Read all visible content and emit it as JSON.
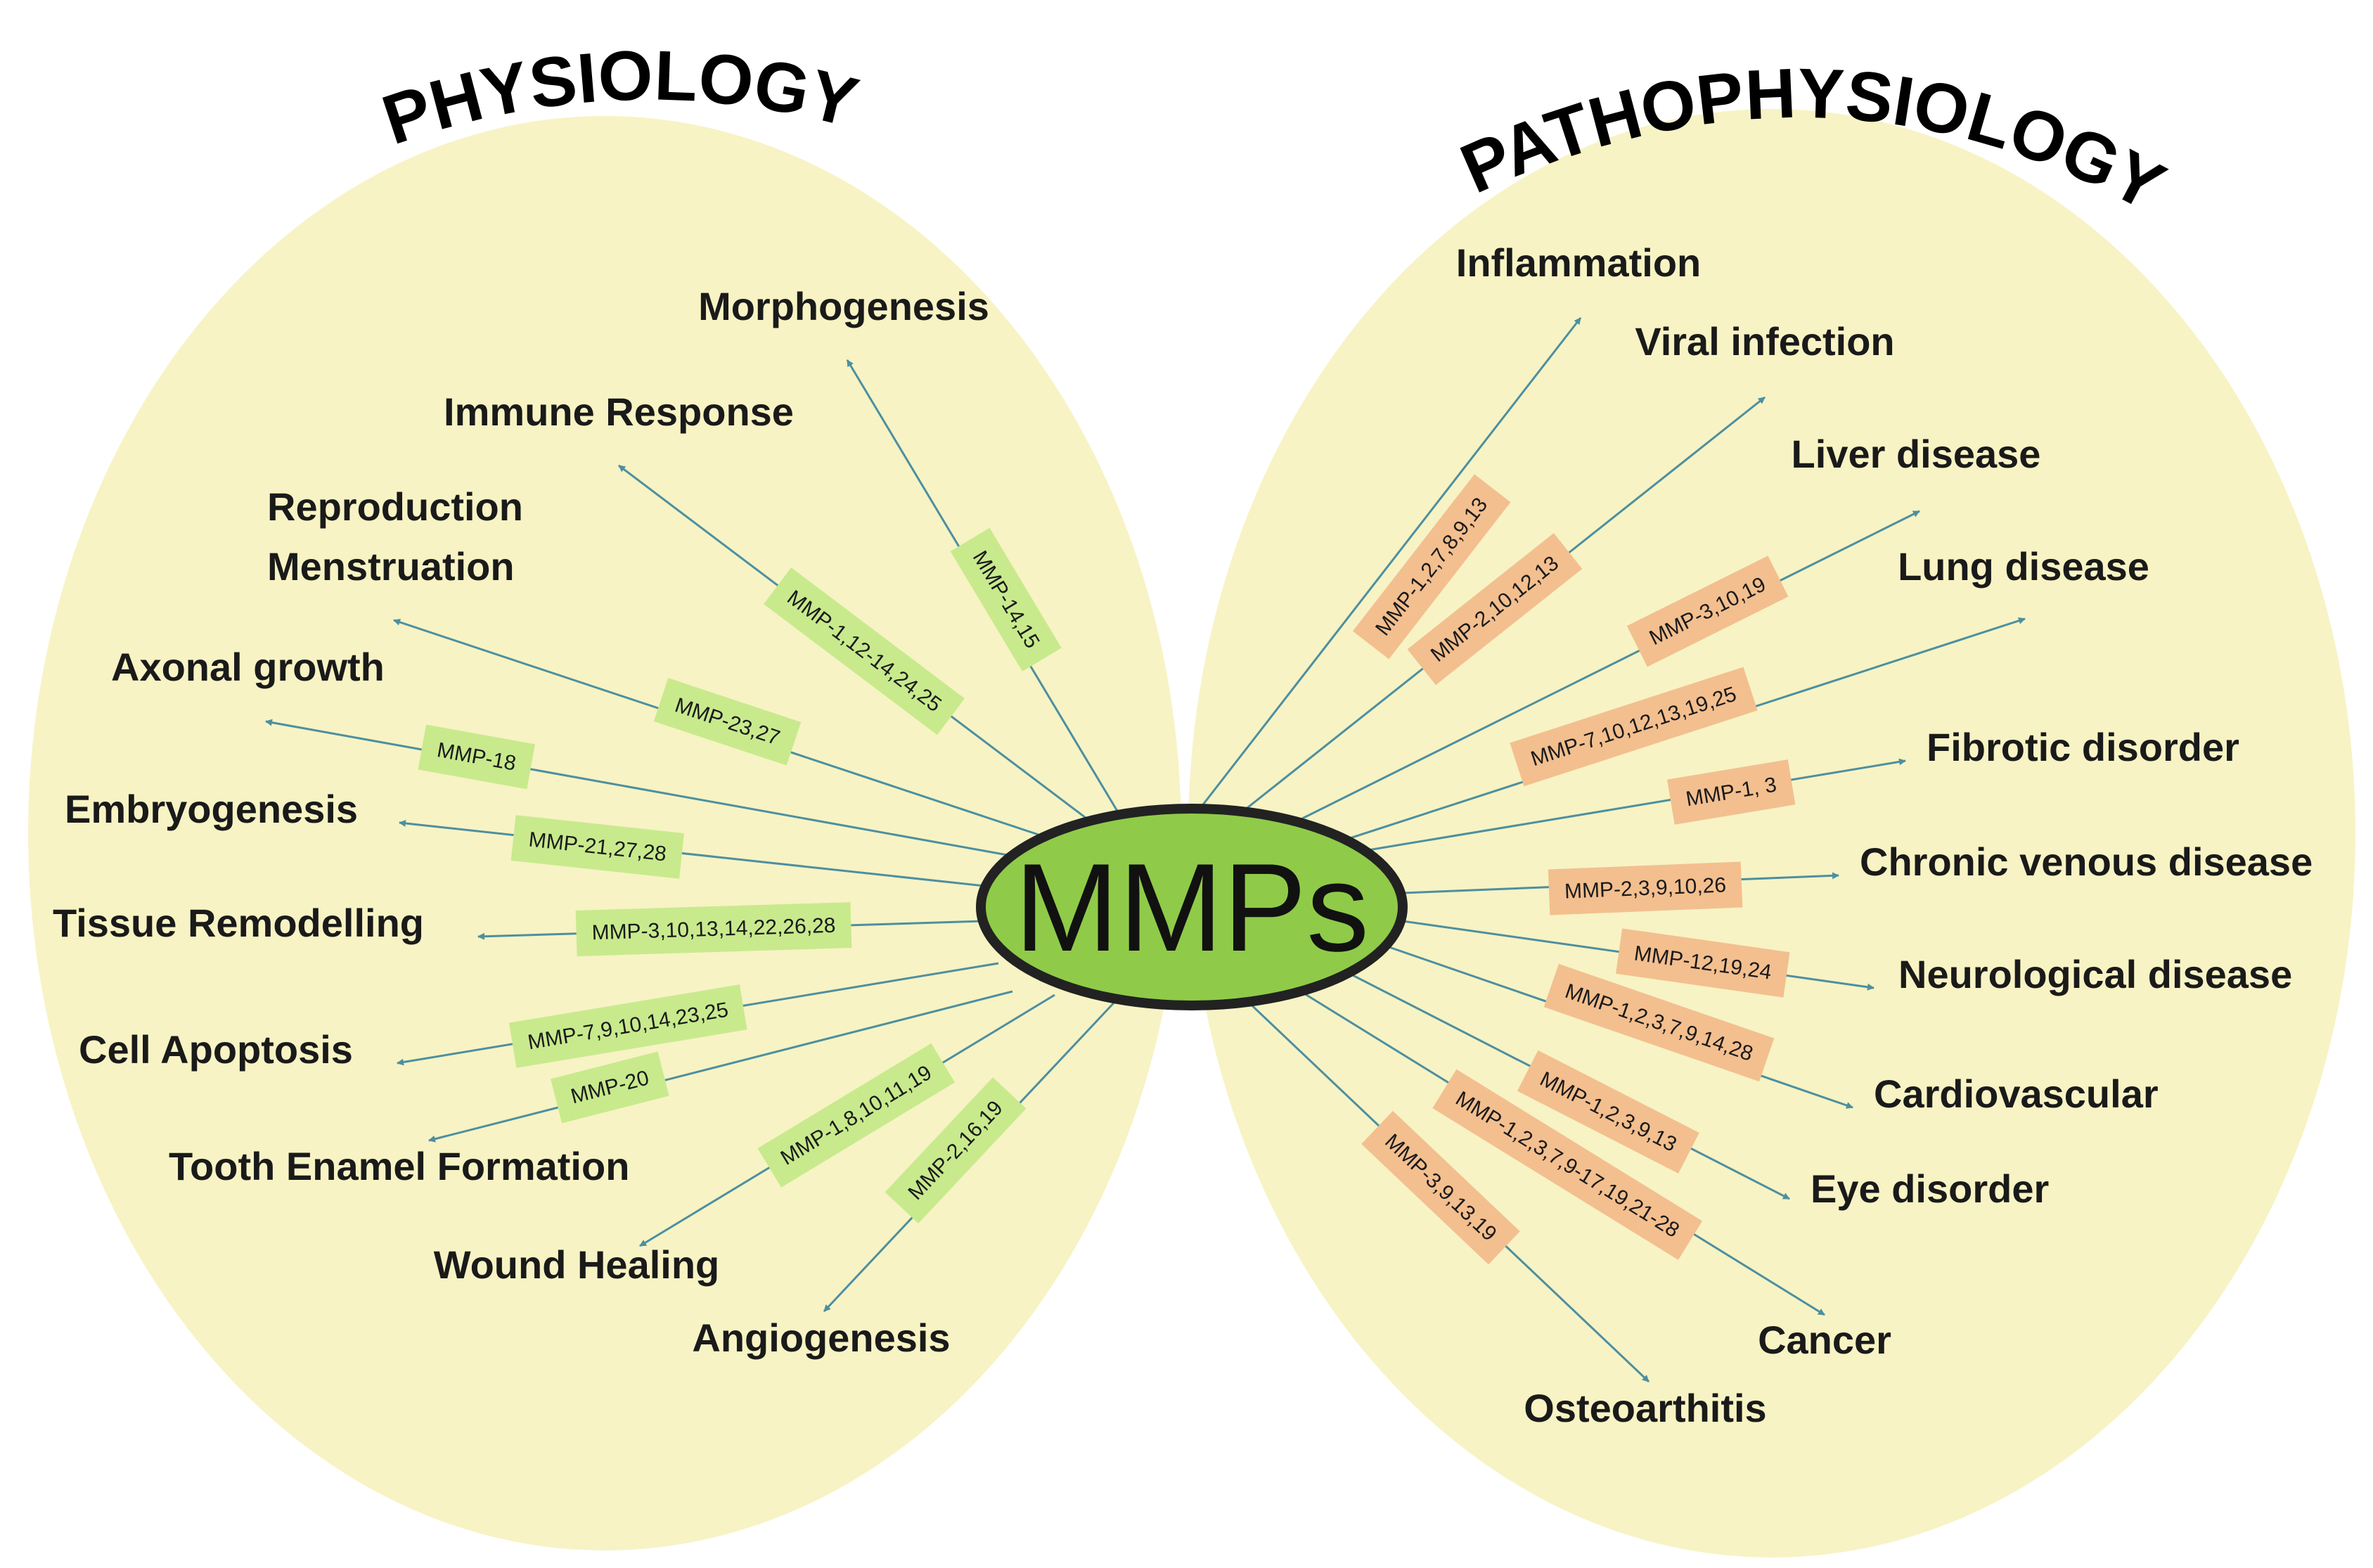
{
  "titles": {
    "left": "PHYSIOLOGY",
    "right": "PATHOPHYSIOLOGY"
  },
  "center": {
    "label": "MMPs"
  },
  "colors": {
    "ellipse_fill": "#f7f3c4",
    "center_fill": "#8fcb48",
    "center_stroke": "#222222",
    "physiology_badge": "#c8ea8d",
    "pathophysiology_badge": "#f3bf8f",
    "arrow": "#4d8fa0"
  },
  "physiology": [
    {
      "label": "Morphogenesis",
      "mmps": "MMP-14,15"
    },
    {
      "label": "Immune Response",
      "mmps": "MMP-1,12-14,24,25"
    },
    {
      "label": "Reproduction",
      "label2": "Menstruation",
      "mmps": "MMP-23,27"
    },
    {
      "label": "Axonal growth",
      "mmps": "MMP-18"
    },
    {
      "label": "Embryogenesis",
      "mmps": "MMP-21,27,28"
    },
    {
      "label": "Tissue Remodelling",
      "mmps": "MMP-3,10,13,14,22,26,28"
    },
    {
      "label": "Cell Apoptosis",
      "mmps": "MMP-7,9,10,14,23,25"
    },
    {
      "label": "Tooth Enamel Formation",
      "mmps": "MMP-20"
    },
    {
      "label": "Wound Healing",
      "mmps": "MMP-1,8,10,11,19"
    },
    {
      "label": "Angiogenesis",
      "mmps": "MMP-2,16,19"
    }
  ],
  "pathophysiology": [
    {
      "label": "Inflammation",
      "mmps": "MMP-1,2,7,8,9,13"
    },
    {
      "label": "Viral infection",
      "mmps": "MMP-2,10,12,13"
    },
    {
      "label": "Liver disease",
      "mmps": "MMP-3,10,19"
    },
    {
      "label": "Lung disease",
      "mmps": "MMP-7,10,12,13,19,25"
    },
    {
      "label": "Fibrotic disorder",
      "mmps": "MMP-1, 3"
    },
    {
      "label": "Chronic venous disease",
      "mmps": "MMP-2,3,9,10,26"
    },
    {
      "label": "Neurological disease",
      "mmps": "MMP-12,19,24"
    },
    {
      "label": "Cardiovascular",
      "mmps": "MMP-1,2,3,7,9,14,28"
    },
    {
      "label": "Eye disorder",
      "mmps": "MMP-1,2,3,9,13"
    },
    {
      "label": "Cancer",
      "mmps": "MMP-1,2,3,7,9-17,19,21-28"
    },
    {
      "label": "Osteoarthitis",
      "mmps": "MMP-3,9,13,19"
    }
  ]
}
